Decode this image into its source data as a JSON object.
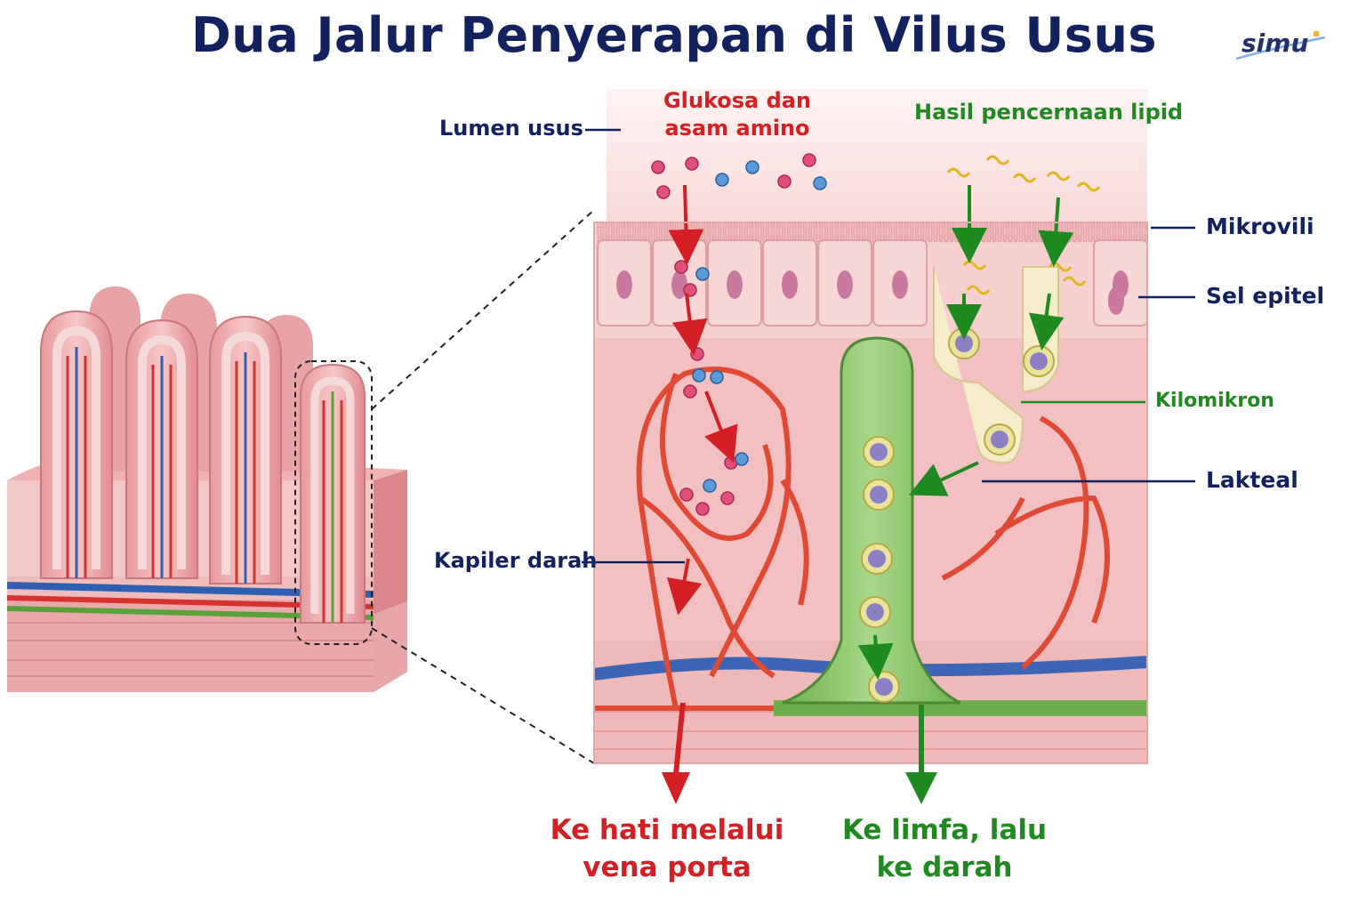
{
  "title": "Dua Jalur Penyerapan di Vilus Usus",
  "logo": {
    "text": "simu"
  },
  "labels": {
    "lumen": "Lumen usus",
    "glukosa_line1": "Glukosa dan",
    "glukosa_line2": "asam amino",
    "lipid": "Hasil pencernaan lipid",
    "mikrovili": "Mikrovili",
    "sel_epitel": "Sel epitel",
    "kilomikron": "Kilomikron",
    "lakteal": "Lakteal",
    "kapiler": "Kapiler darah",
    "hati_line1": "Ke hati melalui",
    "hati_line2": "vena porta",
    "limfa_line1": "Ke limfa, lalu",
    "limfa_line2": "ke darah"
  },
  "colors": {
    "title": "#14215f",
    "blood_path": "#d42025",
    "lymph_path": "#1f8a1f",
    "tissue": "#f3c4c4",
    "lacteal": "#8cc36a",
    "vein": "#3c66b3"
  }
}
